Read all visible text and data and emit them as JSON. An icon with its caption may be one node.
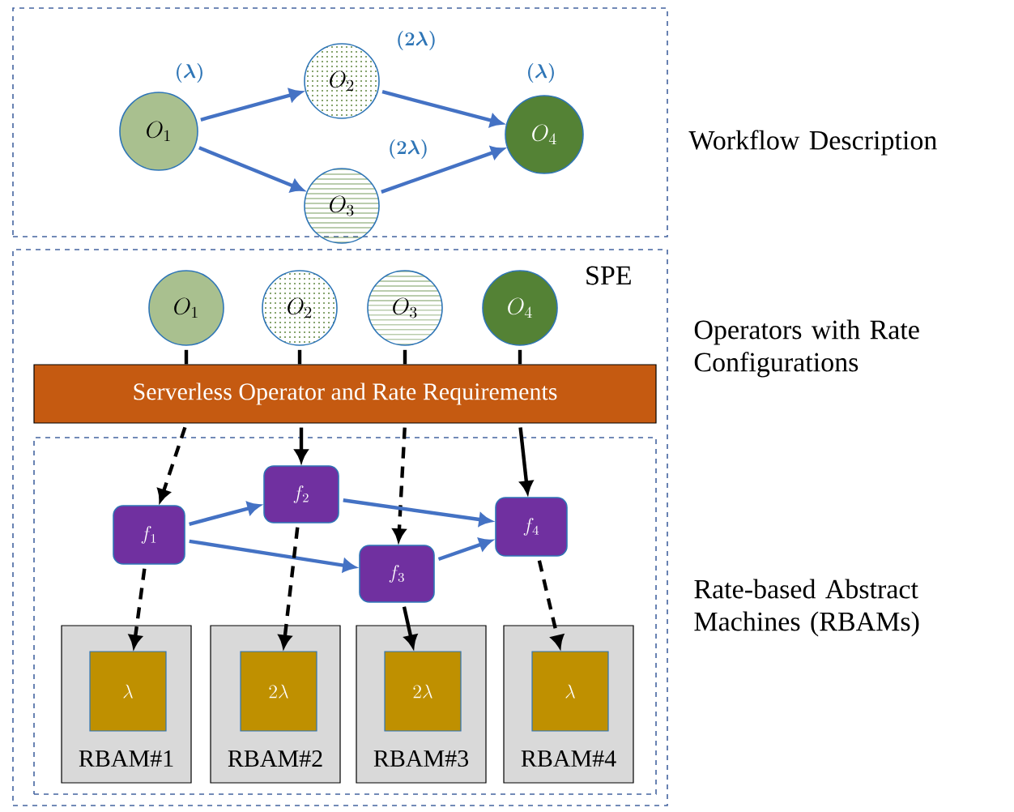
{
  "diagram": {
    "nodes": [
      {
        "text": [
          "Workflow Description"
        ]
      },
      {
        "text": [
          "O_{1}"
        ],
        "in": 0,
        "beside": [
          "(\\lambda)"
        ]
      },
      {
        "text": [
          "O_{2}"
        ],
        "in": 0,
        "beside": [
          "(2\\lambda)"
        ]
      },
      {
        "text": [
          "O_{3}"
        ],
        "in": 0,
        "beside": [
          "(2\\lambda)"
        ]
      },
      {
        "text": [
          "O_{4}"
        ],
        "in": 0,
        "beside": [
          "(\\lambda)"
        ]
      },
      {
        "text": [
          "SPE"
        ],
        "beside": [
          "Operators with Rate Configurations"
        ]
      },
      {
        "text": [
          "O_{1}"
        ],
        "in": 5
      },
      {
        "text": [
          "O_{2}"
        ],
        "in": 5
      },
      {
        "text": [
          "O_{3}"
        ],
        "in": 5
      },
      {
        "text": [
          "O_{4}"
        ],
        "in": 5
      },
      {
        "text": [
          "Serverless Operator and Rate Requirements"
        ],
        "in": 5
      },
      {
        "text": [
          "Rate-based Abstract Machines (RBAMs)"
        ],
        "in": 5
      },
      {
        "text": [
          "f_{1}"
        ],
        "in": 11
      },
      {
        "text": [
          "f_{2}"
        ],
        "in": 11
      },
      {
        "text": [
          "f_{3}"
        ],
        "in": 11
      },
      {
        "text": [
          "f_{4}"
        ],
        "in": 11
      },
      {
        "text": [
          "RBAM#1"
        ],
        "in": 11
      },
      {
        "text": [
          "RBAM#2"
        ],
        "in": 11
      },
      {
        "text": [
          "RBAM#3"
        ],
        "in": 11
      },
      {
        "text": [
          "RBAM#4"
        ],
        "in": 11
      },
      {
        "text": [
          "\\lambda"
        ],
        "in": 16
      },
      {
        "text": [
          "2\\lambda"
        ],
        "in": 17
      },
      {
        "text": [
          "2\\lambda"
        ],
        "in": 18
      },
      {
        "text": [
          "\\lambda"
        ],
        "in": 19
      }
    ],
    "edges": [
      {
        "from": 1,
        "to": 2,
        "arrow": "to",
        "color": "#4472c4"
      },
      {
        "from": 1,
        "to": 3,
        "arrow": "to",
        "color": "#4472c4"
      },
      {
        "from": 2,
        "to": 4,
        "arrow": "to",
        "color": "#4472c4"
      },
      {
        "from": 3,
        "to": 4,
        "arrow": "to",
        "color": "#4472c4"
      },
      {
        "from": 6,
        "to": 10,
        "arrow": "none"
      },
      {
        "from": 7,
        "to": 10,
        "arrow": "none"
      },
      {
        "from": 8,
        "to": 10,
        "arrow": "none"
      },
      {
        "from": 9,
        "to": 10,
        "arrow": "none"
      },
      {
        "from": 10,
        "to": 12,
        "arrow": "to",
        "style": "dashed"
      },
      {
        "from": 10,
        "to": 13,
        "arrow": "to"
      },
      {
        "from": 10,
        "to": 14,
        "arrow": "to",
        "style": "dashed"
      },
      {
        "from": 10,
        "to": 15,
        "arrow": "to"
      },
      {
        "from": 12,
        "to": 13,
        "arrow": "to",
        "color": "#4472c4"
      },
      {
        "from": 12,
        "to": 14,
        "arrow": "to",
        "color": "#4472c4"
      },
      {
        "from": 13,
        "to": 15,
        "arrow": "to",
        "color": "#4472c4"
      },
      {
        "from": 14,
        "to": 15,
        "arrow": "to",
        "color": "#4472c4"
      },
      {
        "from": 12,
        "to": 20,
        "arrow": "to",
        "style": "dashed"
      },
      {
        "from": 13,
        "to": 21,
        "arrow": "to",
        "style": "dashed"
      },
      {
        "from": 14,
        "to": 22,
        "arrow": "to"
      },
      {
        "from": 15,
        "to": 23,
        "arrow": "to",
        "style": "dashed"
      }
    ]
  }
}
